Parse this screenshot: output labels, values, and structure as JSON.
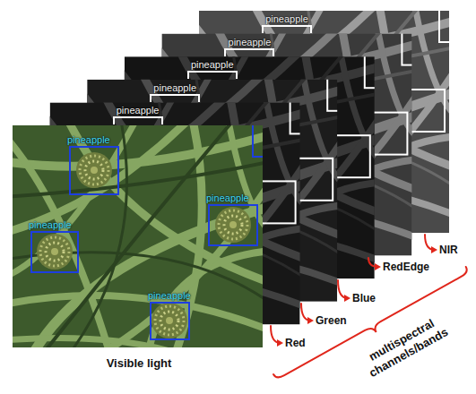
{
  "diagram": {
    "nodes": [
      {
        "text": [
          "pineapple"
        ]
      },
      {
        "text": [
          "pineapple"
        ]
      },
      {
        "text": [
          "pineapple"
        ]
      },
      {
        "text": [
          "pineapple"
        ]
      },
      {
        "text": [
          "pineapple"
        ]
      },
      {
        "text": [
          "pineapple"
        ]
      },
      {
        "text": [
          "pineapple"
        ]
      },
      {
        "text": [
          "pineapple"
        ]
      },
      {
        "text": [
          "pineapple"
        ]
      }
    ],
    "labels": [
      "Visible light",
      "Red",
      "Green",
      "Blue",
      "RedEdge",
      "NIR",
      "multispectral channels/bands"
    ]
  }
}
